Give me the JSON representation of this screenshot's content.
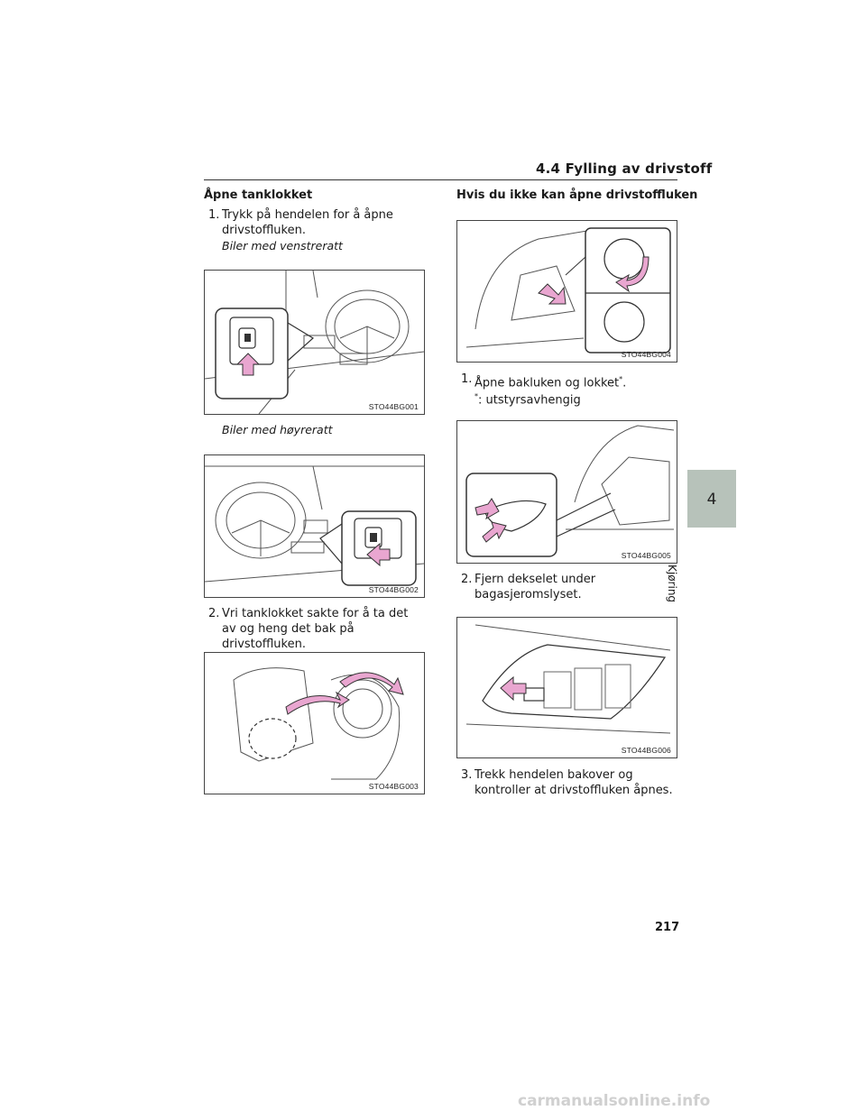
{
  "header": {
    "section": "4.4  Fylling av drivstoff"
  },
  "side_tab": {
    "number": "4",
    "label": "Kjøring"
  },
  "left": {
    "heading": "Åpne tanklokket",
    "step1_num": "1.",
    "step1": "Trykk på hendelen for å åpne drivstoffluken.",
    "caption_lhd": "Biler med venstreratt",
    "fig1_code": "STO44BG001",
    "caption_rhd": "Biler med høyreratt",
    "fig2_code": "STO44BG002",
    "step2_num": "2.",
    "step2": "Vri tanklokket sakte for å ta det av og heng det bak på drivstoffluken.",
    "fig3_code": "STO44BG003"
  },
  "right": {
    "heading": "Hvis du ikke kan åpne drivstoffluken",
    "fig4_code": "STO44BG004",
    "step1_num": "1.",
    "step1": "Åpne bakluken og lokket",
    "step1_mark": "*",
    "step1_end": ".",
    "note_mark": "*",
    "note": ": utstyrsavhengig",
    "fig5_code": "STO44BG005",
    "step2_num": "2.",
    "step2": "Fjern dekselet under bagasjeromslyset.",
    "fig6_code": "STO44BG006",
    "step3_num": "3.",
    "step3": "Trekk hendelen bakover og kontroller at drivstoffluken åpnes."
  },
  "page_number": "217",
  "watermark": "carmanualsonline.info",
  "colors": {
    "arrow_pink": "#e9a6d0",
    "tab_gray": "#b7c2ba",
    "line": "#333333"
  }
}
